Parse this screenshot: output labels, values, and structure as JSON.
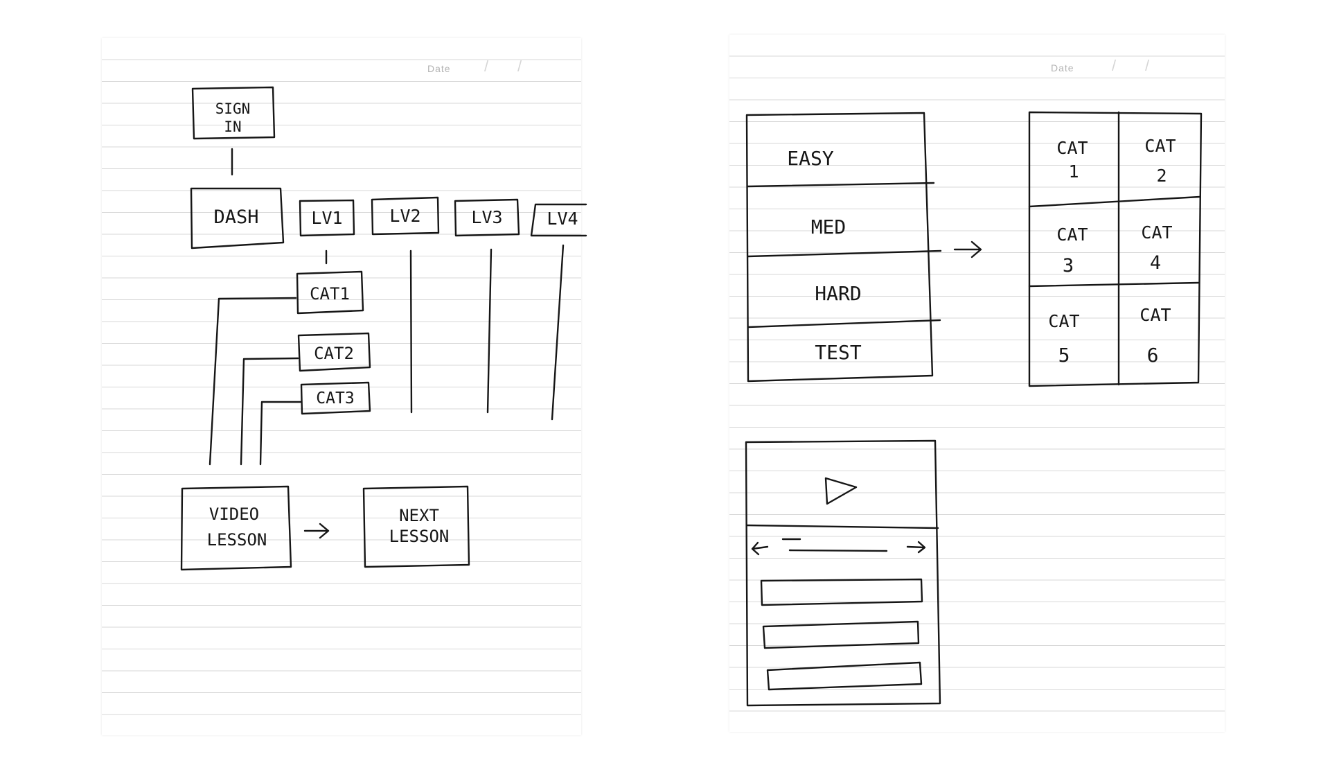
{
  "left_page": {
    "date_label": "Date",
    "nodes": {
      "sign_in": [
        "SIGN",
        "IN"
      ],
      "dash": "DASH",
      "lv1": "LV1",
      "lv2": "LV2",
      "lv3": "LV3",
      "lv4": "LV4",
      "cat1": "CAT1",
      "cat2": "CAT2",
      "cat3": "CAT3",
      "video_lesson": [
        "VIDEO",
        "LESSON"
      ],
      "next_lesson": [
        "NEXT",
        "LESSON"
      ]
    }
  },
  "right_page": {
    "date_label": "Date",
    "difficulty_menu": [
      "EASY",
      "MED",
      "HARD",
      "TEST"
    ],
    "category_grid": [
      [
        "CAT",
        "1"
      ],
      [
        "CAT",
        "2"
      ],
      [
        "CAT",
        "3"
      ],
      [
        "CAT",
        "4"
      ],
      [
        "CAT",
        "5"
      ],
      [
        "CAT",
        "6"
      ]
    ]
  },
  "colors": {
    "ink": "#161616",
    "paper": "#ffffff",
    "rule_line": "#d7d7d7",
    "print_text": "#b3b3b3"
  }
}
